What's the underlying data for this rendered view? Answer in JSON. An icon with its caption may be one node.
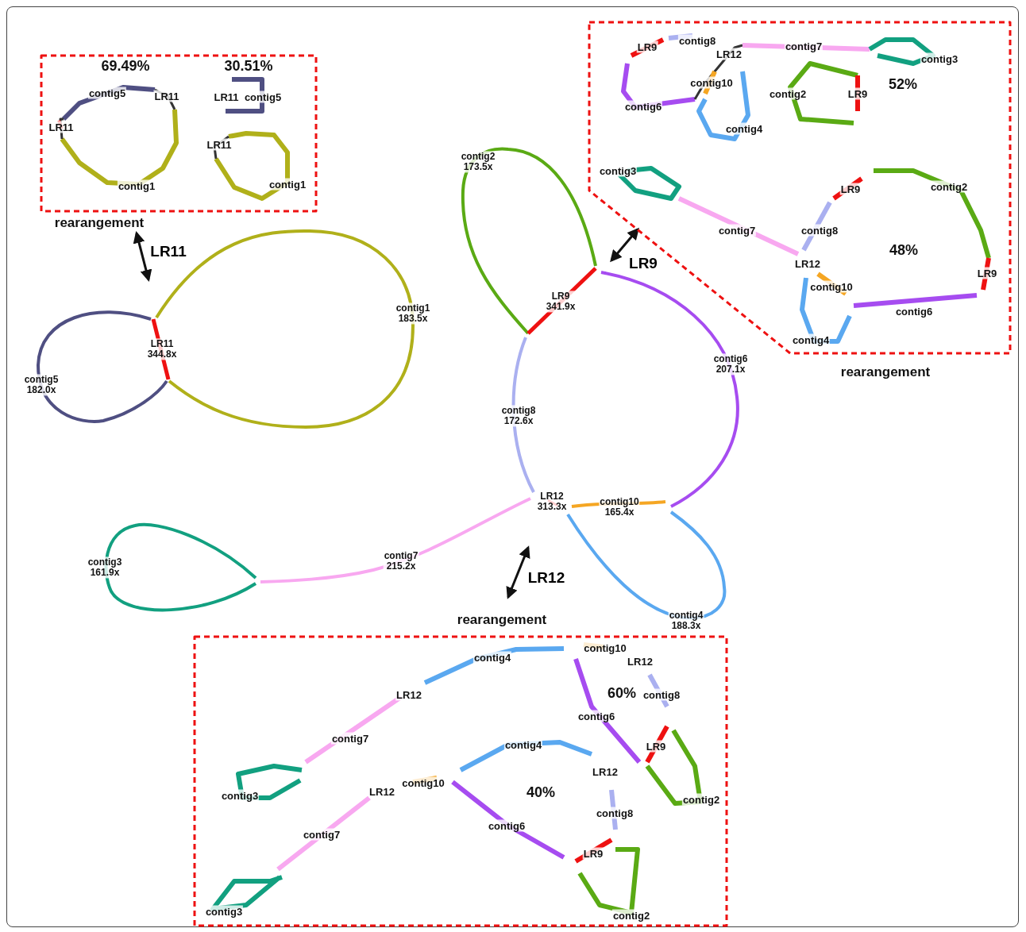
{
  "diagram": {
    "nodes": [
      {
        "text": [
          "69.49%",
          "30.51%",
          "contig5",
          "LR11",
          "LR11",
          "contig5",
          "LR11",
          "LR11",
          "contig1",
          "contig1",
          "rearangement"
        ]
      },
      {
        "text": [
          "contig8",
          "LR9",
          "LR12",
          "contig7",
          "contig3",
          "contig10",
          "contig2",
          "LR9",
          "52%",
          "contig6",
          "contig4",
          "contig3",
          "LR9",
          "contig2",
          "contig7",
          "contig8",
          "48%",
          "LR12",
          "contig10",
          "LR9",
          "contig6",
          "contig4",
          "rearangement"
        ]
      },
      {
        "text": [
          "rearangement",
          "contig10",
          "contig4",
          "LR12",
          "LR12",
          "60%",
          "contig8",
          "contig6",
          "contig7",
          "LR9",
          "contig4",
          "LR12",
          "contig10",
          "LR12",
          "40%",
          "contig3",
          "contig2",
          "contig8",
          "contig6",
          "contig7",
          "LR9",
          "contig3",
          "contig2"
        ]
      }
    ],
    "edges": [
      {
        "from": 0,
        "to": null,
        "arrow": "both",
        "label": "LR11"
      },
      {
        "from": 1,
        "to": null,
        "arrow": "both",
        "label": "LR9"
      },
      {
        "from": null,
        "to": 2,
        "arrow": "both",
        "label": "LR12"
      }
    ],
    "labels": [
      "contig2 173.5x",
      "LR9 341.9x",
      "contig1 183.5x",
      "LR11 344.8x",
      "contig6 207.1x",
      "contig5 182.0x",
      "contig8 172.6x",
      "LR12 313.3x",
      "contig10 165.4x",
      "contig7 215.2x",
      "contig3 161.9x",
      "contig4 188.3x"
    ]
  }
}
